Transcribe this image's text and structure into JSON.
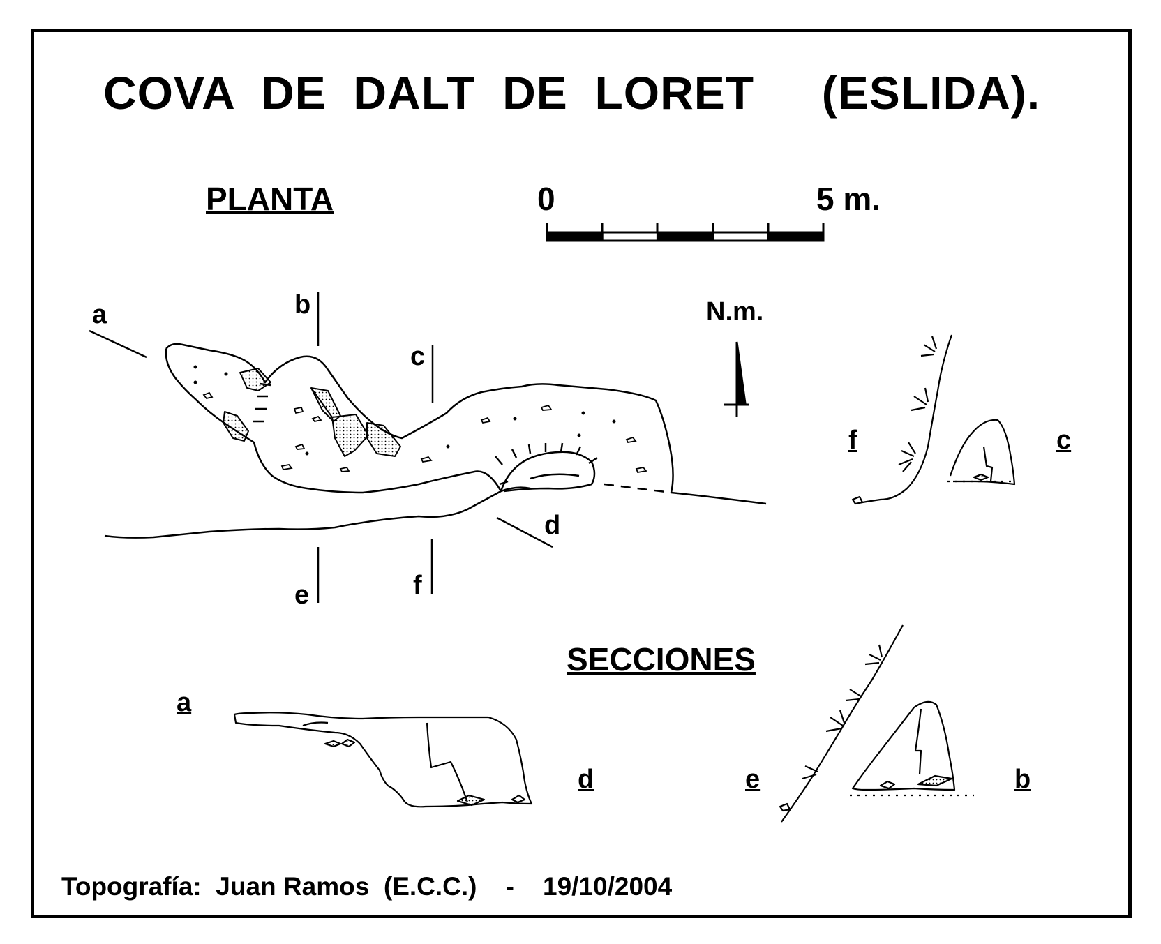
{
  "title": "COVA  DE  DALT  DE  LORET     (ESLIDA).",
  "plan_heading": "PLANTA",
  "sections_heading": "SECCIONES",
  "scale": {
    "start": "0",
    "end": "5 m."
  },
  "north": "N.m.",
  "plan_markers": {
    "a": "a",
    "b": "b",
    "c": "c",
    "d": "d",
    "e": "e",
    "f": "f"
  },
  "section_labels": {
    "a": "a",
    "d": "d",
    "e": "e",
    "b": "b",
    "f": "f",
    "c": "c"
  },
  "footer": "Topografía:  Juan Ramos  (E.C.C.)    -    19/10/2004",
  "colors": {
    "ink": "#000000",
    "paper": "#ffffff"
  }
}
